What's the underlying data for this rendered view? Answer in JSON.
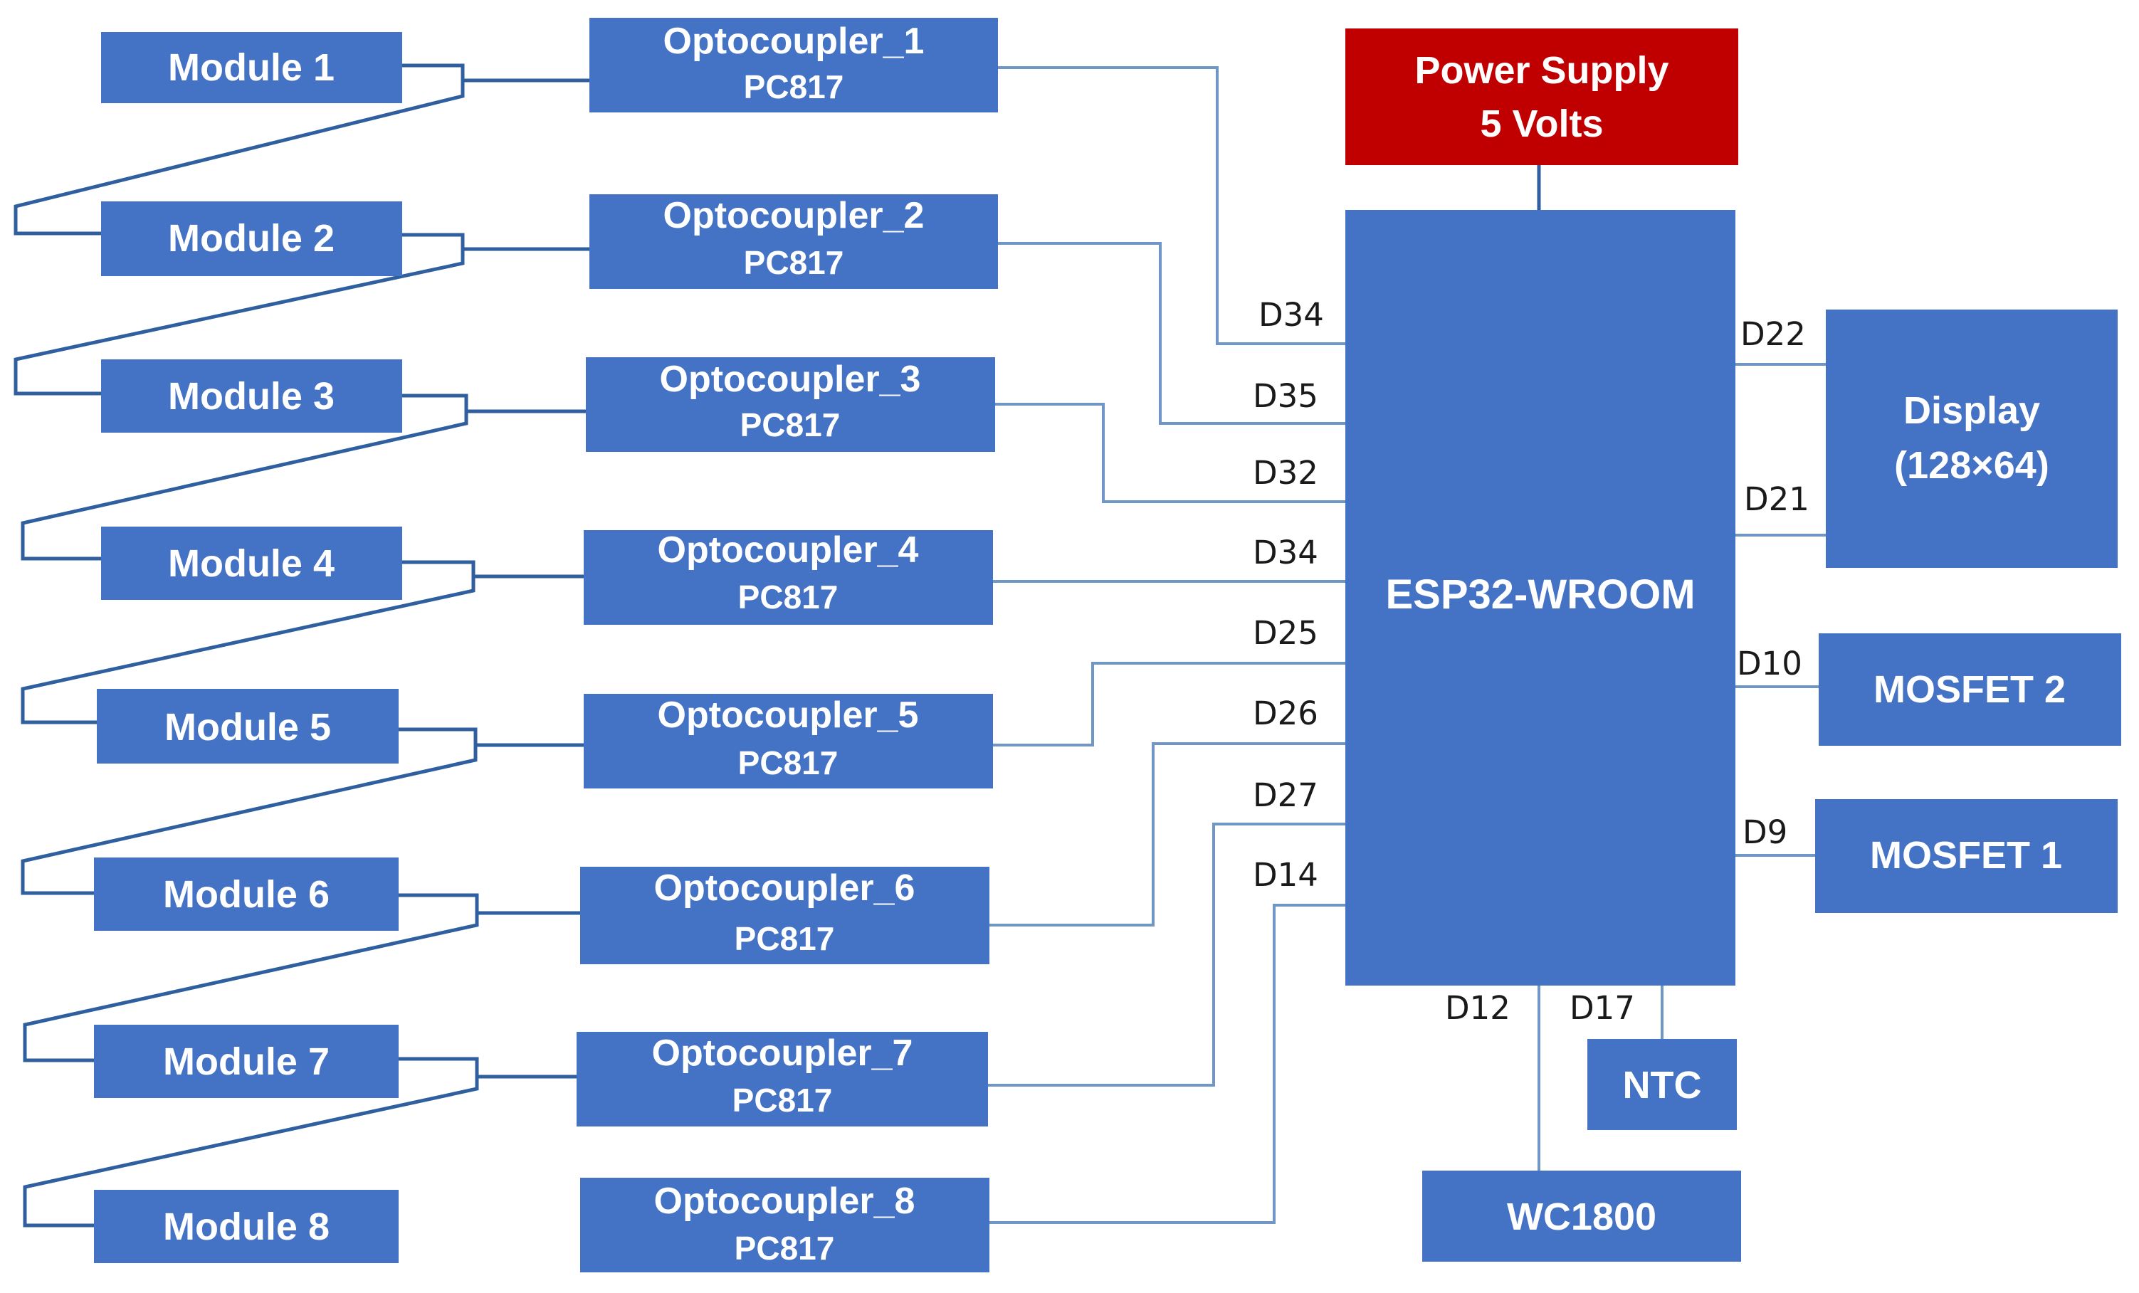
{
  "colors": {
    "block": "#4472c4",
    "power": "#c00000",
    "text": "#ffffff"
  },
  "modules": [
    "Module 1",
    "Module 2",
    "Module 3",
    "Module 4",
    "Module 5",
    "Module 6",
    "Module 7",
    "Module 8"
  ],
  "optocouplers": [
    {
      "name": "Optocoupler_1",
      "part": "PC817",
      "pin": "D34"
    },
    {
      "name": "Optocoupler_2",
      "part": "PC817",
      "pin": "D35"
    },
    {
      "name": "Optocoupler_3",
      "part": "PC817",
      "pin": "D32"
    },
    {
      "name": "Optocoupler_4",
      "part": "PC817",
      "pin": "D34"
    },
    {
      "name": "Optocoupler_5",
      "part": "PC817",
      "pin": "D25"
    },
    {
      "name": "Optocoupler_6",
      "part": "PC817",
      "pin": "D26"
    },
    {
      "name": "Optocoupler_7",
      "part": "PC817",
      "pin": "D27"
    },
    {
      "name": "Optocoupler_8",
      "part": "PC817",
      "pin": "D14"
    }
  ],
  "power": {
    "line1": "Power Supply",
    "line2": "5 Volts"
  },
  "mcu": {
    "label": "ESP32-WROOM"
  },
  "display": {
    "line1": "Display",
    "line2": "(128×64)",
    "pin_a": "D22",
    "pin_b": "D21"
  },
  "mosfet2": {
    "label": "MOSFET 2",
    "pin": "D10"
  },
  "mosfet1": {
    "label": "MOSFET 1",
    "pin": "D9"
  },
  "ntc": {
    "label": "NTC",
    "pin": "D17"
  },
  "wc1800": {
    "label": "WC1800",
    "pin": "D12"
  }
}
